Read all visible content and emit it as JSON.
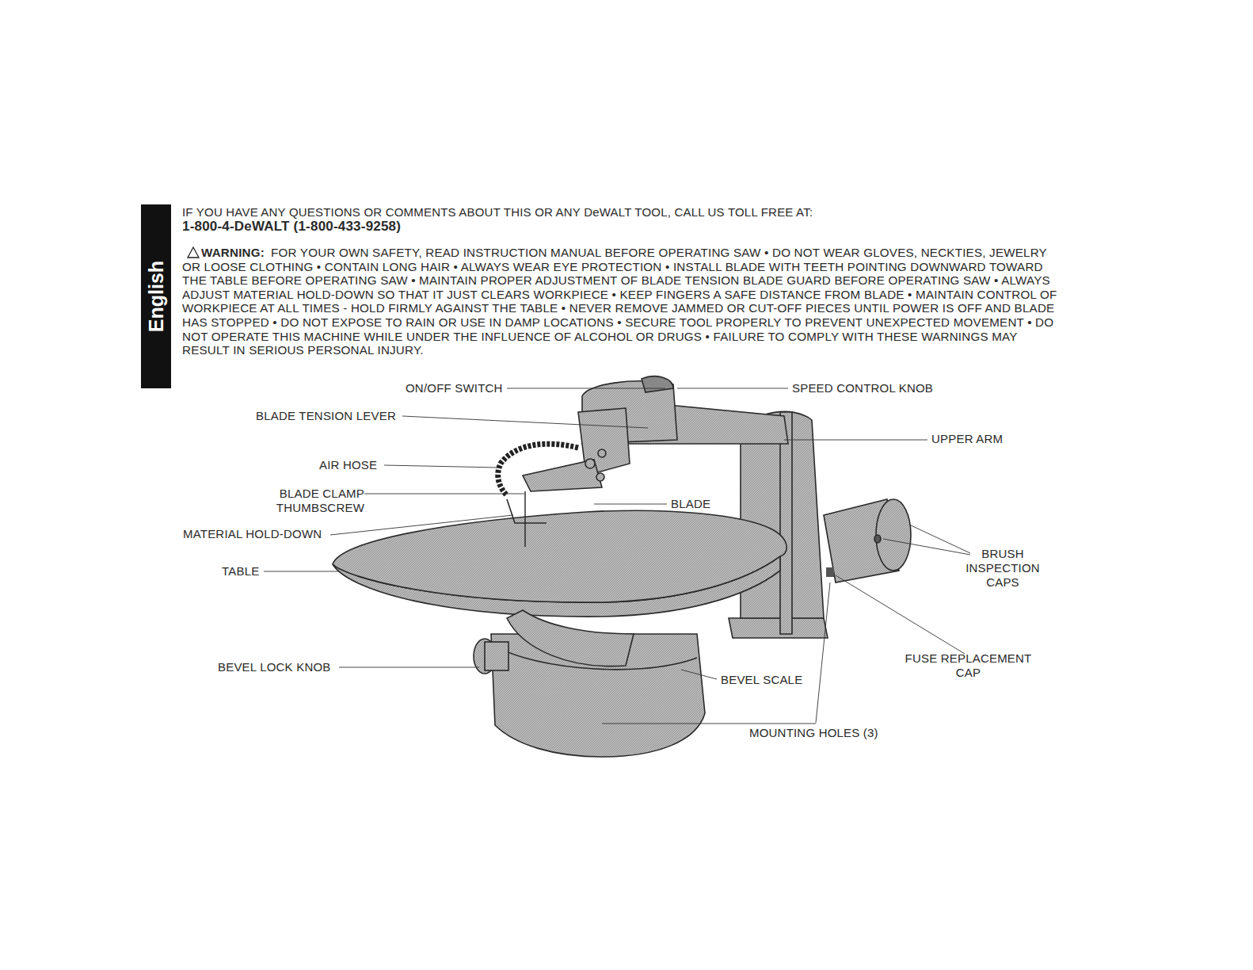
{
  "diagram": {
    "nodes": [
      {
        "text": [
          "English"
        ]
      }
    ],
    "labels": [
      "IF YOU HAVE ANY QUESTIONS OR COMMENTS ABOUT THIS OR ANY DeWALT TOOL, CALL US TOLL FREE AT:",
      "1-800-4-DeWALT (1-800-433-9258)",
      "WARNING:",
      "FOR YOUR OWN SAFETY, READ INSTRUCTION MANUAL BEFORE OPERATING SAW • DO NOT WEAR GLOVES, NECKTIES, JEWELRY OR LOOSE CLOTHING • CONTAIN LONG HAIR • ALWAYS WEAR EYE PROTECTION • INSTALL BLADE WITH TEETH POINTING DOWNWARD TOWARD THE TABLE BEFORE OPERATING SAW • MAINTAIN PROPER ADJUSTMENT OF BLADE TENSION BLADE GUARD BEFORE OPERATING SAW • ALWAYS ADJUST MATERIAL HOLD-DOWN SO THAT IT JUST CLEARS WORKPIECE • KEEP FINGERS A SAFE DISTANCE FROM BLADE • MAINTAIN CONTROL OF WORKPIECE AT ALL TIMES - HOLD FIRMLY AGAINST THE TABLE • NEVER REMOVE JAMMED OR CUT-OFF PIECES UNTIL POWER IS OFF AND BLADE HAS STOPPED • DO NOT EXPOSE TO RAIN OR USE IN DAMP LOCATIONS • SECURE TOOL PROPERLY TO PREVENT UNEXPECTED MOVEMENT • DO NOT OPERATE THIS MACHINE WHILE UNDER THE INFLUENCE OF ALCOHOL OR DRUGS • FAILURE TO COMPLY WITH THESE WARNINGS MAY RESULT IN SERIOUS PERSONAL INJURY.",
      "ON/OFF SWITCH",
      "SPEED CONTROL KNOB",
      "BLADE TENSION LEVER",
      "UPPER ARM",
      "AIR HOSE",
      "BLADE CLAMP THUMBSCREW",
      "BLADE",
      "MATERIAL HOLD-DOWN",
      "TABLE",
      "BRUSH INSPECTION CAPS",
      "BEVEL LOCK KNOB",
      "BEVEL SCALE",
      "FUSE REPLACEMENT CAP",
      "MOUNTING HOLES (3)"
    ]
  }
}
